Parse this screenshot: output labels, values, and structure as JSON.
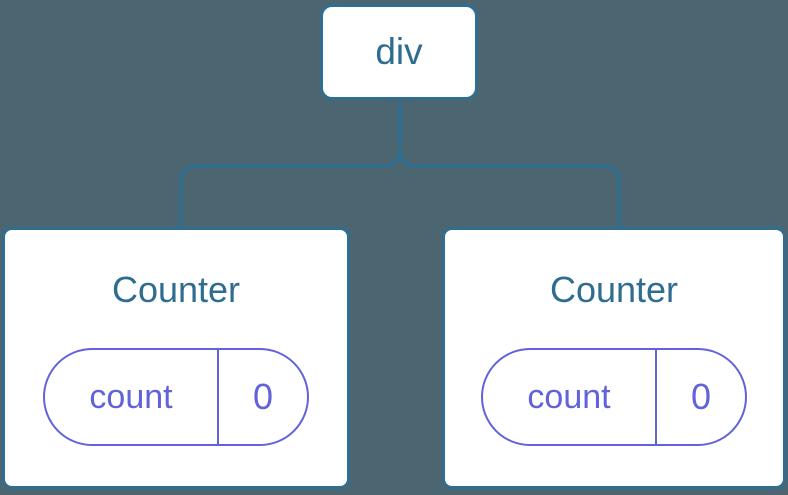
{
  "diagram": {
    "description": "component-tree",
    "root": {
      "label": "div"
    },
    "children": [
      {
        "title": "Counter",
        "state": {
          "key": "count",
          "value": "0"
        }
      },
      {
        "title": "Counter",
        "state": {
          "key": "count",
          "value": "0"
        }
      }
    ]
  },
  "colors": {
    "background": "#4B6671",
    "node_border_blue": "#2F6E91",
    "node_text_blue": "#2E6D90",
    "connector_blue": "#2F6E91",
    "state_purple": "#6262DB",
    "card_background": "#FFFFFF"
  }
}
